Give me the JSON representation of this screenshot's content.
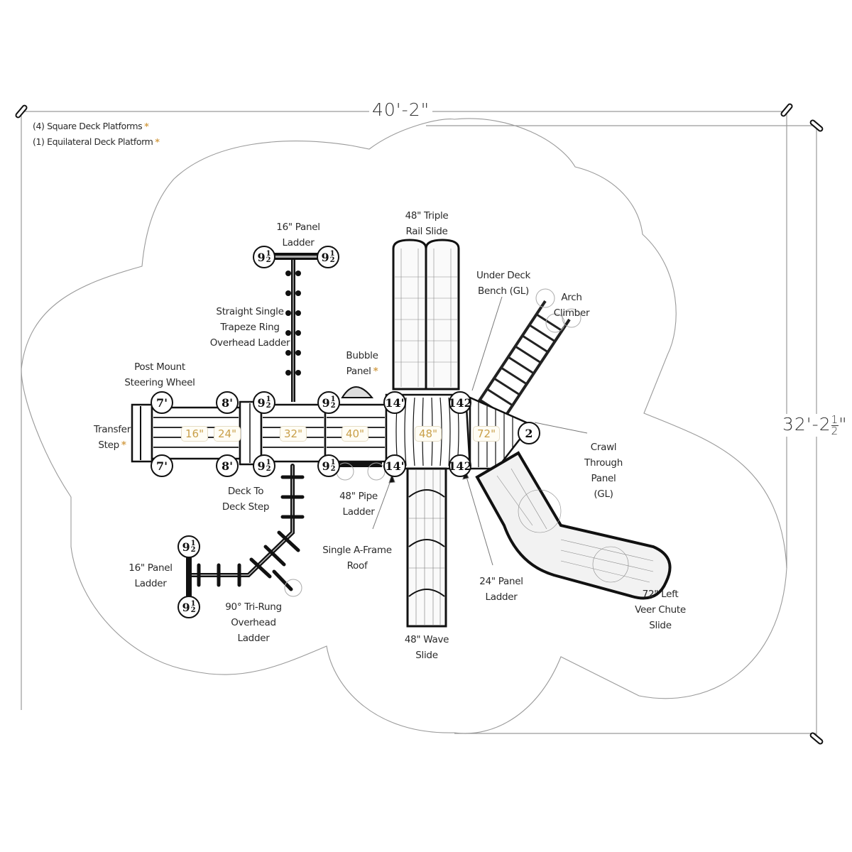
{
  "title": "Playground Plan View",
  "legend": [
    {
      "text": "(4) Square Deck Platforms",
      "marker": "*"
    },
    {
      "text": "(1) Equilateral Deck Platform",
      "marker": "*"
    }
  ],
  "dimensions": {
    "width": {
      "whole": "40'-2\"",
      "fraction_num": "",
      "fraction_den": ""
    },
    "height": {
      "whole": "32'-2",
      "fraction_num": "1",
      "fraction_den": "2",
      "suffix": "\""
    }
  },
  "colors": {
    "accent": "#d4a04c",
    "deck_label": "#c9a04a",
    "line": "#111111",
    "boundary": "#999999"
  },
  "deck_heights": [
    "16\"",
    "24\"",
    "32\"",
    "40\"",
    "48\"",
    "72\""
  ],
  "posts": {
    "p7a": "7'",
    "p7b": "7'",
    "p8a": "8'",
    "p8b": "8'",
    "p9a": "9",
    "p9b": "9",
    "p9c": "9",
    "p9d": "9",
    "p14a": "14'",
    "p14b": "14'",
    "p14c": "14",
    "p14d": "14",
    "pl1": "9",
    "pl2": "9",
    "pl3": "9",
    "pl4": "9",
    "half_num": "1",
    "half_den": "2",
    "p14_half_suffix": "2",
    "p2": "2"
  },
  "labels": {
    "panel_ladder_top": [
      "16\" Panel",
      "Ladder"
    ],
    "trapeze": [
      "Straight Single",
      "Trapeze Ring",
      "Overhead Ladder"
    ],
    "bubble_panel": [
      "Bubble",
      "Panel"
    ],
    "triple_rail": [
      "48\" Triple",
      "Rail Slide"
    ],
    "under_deck_bench": [
      "Under Deck",
      "Bench (GL)"
    ],
    "arch_climber": [
      "Arch",
      "Climber"
    ],
    "steering_wheel": [
      "Post Mount",
      "Steering Wheel"
    ],
    "transfer_step": [
      "Transfer",
      "Step"
    ],
    "crawl_through": [
      "Crawl",
      "Through",
      "Panel",
      "(GL)"
    ],
    "deck_to_deck": [
      "Deck To",
      "Deck Step"
    ],
    "pipe_ladder": [
      "48\" Pipe",
      "Ladder"
    ],
    "aframe_roof": [
      "Single A-Frame",
      "Roof"
    ],
    "panel_ladder_24": [
      "24\" Panel",
      "Ladder"
    ],
    "panel_ladder_left": [
      "16\" Panel",
      "Ladder"
    ],
    "tri_rung": [
      "90° Tri-Rung",
      "Overhead",
      "Ladder"
    ],
    "wave_slide": [
      "48\" Wave",
      "Slide"
    ],
    "chute_slide": [
      "72\" Left",
      "Veer Chute",
      "Slide"
    ]
  }
}
